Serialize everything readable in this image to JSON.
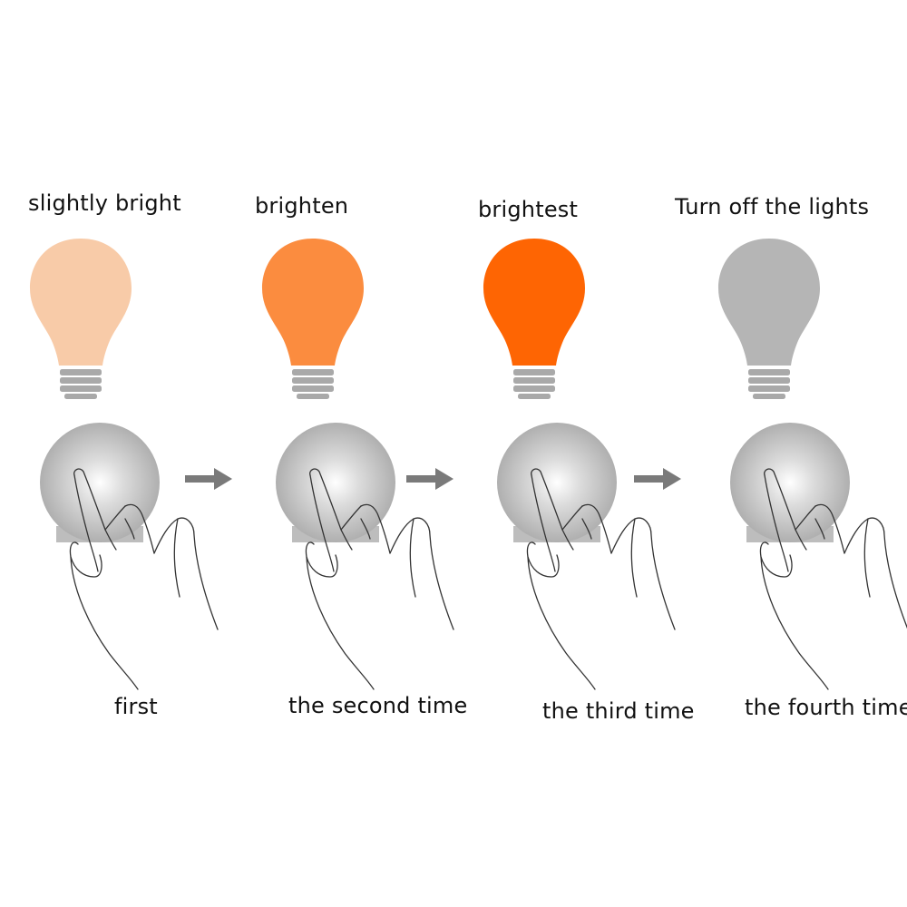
{
  "steps": [
    {
      "state_label": "slightly bright",
      "touch_label": "first",
      "bulb_color": "#f8cba8"
    },
    {
      "state_label": "brighten",
      "touch_label": "the second time",
      "bulb_color": "#fb8c3f"
    },
    {
      "state_label": "brightest",
      "touch_label": "the third time",
      "bulb_color": "#fe6503"
    },
    {
      "state_label": "Turn off the lights",
      "touch_label": "the fourth time",
      "bulb_color": "#b5b5b5"
    }
  ],
  "colors": {
    "bulb_base": "#a9a9a9",
    "touch_pad": "#a8a8a8",
    "arrow": "#7a7a7a",
    "hand_outline": "#333333"
  }
}
